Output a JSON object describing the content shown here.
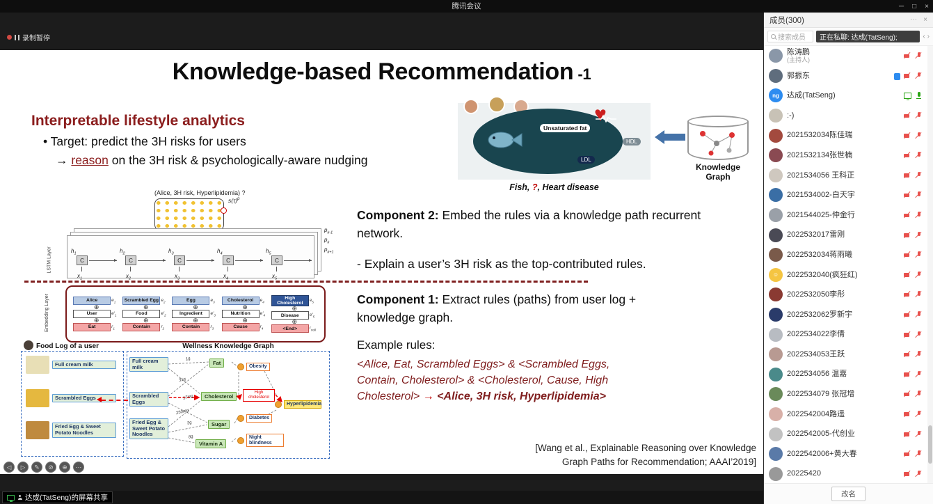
{
  "titlebar": {
    "title": "腾讯会议",
    "minimize": "─",
    "maximize": "□",
    "close": "×"
  },
  "recording": {
    "label": "录制暂停"
  },
  "annotation_toolbar": {
    "icons": [
      "◁",
      "▷",
      "✎",
      "⊘",
      "⊕",
      "⋯"
    ]
  },
  "share_bar": {
    "label": "达成(TatSeng)的屏幕共享"
  },
  "icons": {
    "heart": "♥"
  },
  "slide": {
    "title": "Knowledge-based Recommendation",
    "title_suffix": "-1",
    "section_heading": "Interpretable lifestyle analytics",
    "target_bullet": "• Target: predict the 3H risks for users",
    "reason_pre": "→ ",
    "reason_link": "reason",
    "reason_rest": " on the 3H risk & psychologically-aware nudging",
    "figure": {
      "unsaturated_fat": "Unsaturated fat",
      "ldl": "LDL",
      "hdl": "HDL",
      "kg_label": "Knowledge Graph",
      "caption_pre": "Fish, ",
      "caption_q": "?",
      "caption_post": ", Heart disease"
    },
    "component2_label": "Component 2:",
    "component2_text": " Embed the rules via a knowledge path recurrent network.",
    "explain_line": "- Explain a user’s 3H risk as the top-contributed rules.",
    "component1_label": "Component 1:",
    "component1_text": " Extract rules (paths) from user log + knowledge graph.",
    "example_rules_label": "Example rules:",
    "rules_line1": "<Alice, Eat, Scrambled Eggs> & <Scrambled Eggs,",
    "rules_line2": "Contain, Cholesterol> & <Cholesterol, Cause, High",
    "rules_line3_pre": "Cholesterol> ",
    "rules_arrow": "→",
    "rules_line3_post": " <Alice, 3H risk, Hyperlipidemia>",
    "citation_line1": "[Wang et al., Explainable Reasoning over Knowledge",
    "citation_line2": "Graph Paths for Recommendation; AAAI’2019]",
    "diagram": {
      "query": "(Alice, 3H risk, Hyperlipidemia) ?",
      "attn_label_base": "s(τ)",
      "attn_label_sup": "p",
      "sheets": [
        {
          "b": "p",
          "s": "k-1"
        },
        {
          "b": "p",
          "s": "k"
        },
        {
          "b": "p",
          "s": "k+1"
        }
      ],
      "lstm_layer_label": "LSTM Layer",
      "embedding_layer_label": "Embedding Layer",
      "cell_label": "C",
      "plus": "⊕",
      "lstm_units": [
        {
          "hb": "h",
          "hs": "1",
          "xb": "x",
          "xs": "1"
        },
        {
          "hb": "h",
          "hs": "2",
          "xb": "x",
          "xs": "2"
        },
        {
          "hb": "h",
          "hs": "3",
          "xb": "x",
          "xs": "3"
        },
        {
          "hb": "h",
          "hs": "4",
          "xb": "x",
          "xs": "4"
        },
        {
          "hb": "h",
          "hs": "5",
          "xb": "x",
          "xs": "5"
        }
      ],
      "columns": [
        {
          "e": "Alice",
          "esb": "e",
          "ess": "1",
          "t": "User",
          "tsb": "e′",
          "tss": "1",
          "r": "Eat",
          "rsb": "r",
          "rss": "1"
        },
        {
          "e": "Scrambled Egg",
          "esb": "e",
          "ess": "2",
          "t": "Food",
          "tsb": "e′",
          "tss": "2",
          "r": "Contain",
          "rsb": "r",
          "rss": "2"
        },
        {
          "e": "Egg",
          "esb": "e",
          "ess": "3",
          "t": "Ingredient",
          "tsb": "e′",
          "tss": "3",
          "r": "Contain",
          "rsb": "r",
          "rss": "3"
        },
        {
          "e": "Cholesterol",
          "esb": "e",
          "ess": "4",
          "t": "Nutrition",
          "tsb": "e′",
          "tss": "4",
          "r": "Cause",
          "rsb": "r",
          "rss": "4"
        },
        {
          "e": "High Cholesterol",
          "esb": "e",
          "ess": "5",
          "t": "Disease",
          "tsb": "e′",
          "tss": "5",
          "r": "<End>",
          "rsb": "r",
          "rss": "null",
          "cls": "hl"
        }
      ]
    },
    "food_log": {
      "title": "Food Log of a user",
      "items": [
        {
          "label": "Full cream milk",
          "img": "#e8dfb6"
        },
        {
          "label": "Scrambled Eggs",
          "img": "#e5b83f"
        },
        {
          "label": "Fried Egg & Sweet Potato Noodles",
          "img": "#bf8a3e"
        }
      ]
    },
    "wellness_kg": {
      "title": "Wellness Knowledge Graph",
      "foods": [
        "Full cream milk",
        "Scrambled Eggs",
        "Fried Egg & Sweet Potato Noodles"
      ],
      "nutrients": [
        "Fat",
        "Cholesterol",
        "Sugar",
        "Vitamin A"
      ],
      "diseases": [
        {
          "label": "Obesity"
        },
        {
          "label": "Hyperlipidemia",
          "cls": "hl"
        },
        {
          "label": "Diabetes"
        },
        {
          "label": "Night blindness"
        }
      ],
      "path_label": "High cholesterol",
      "edge_labels": [
        "1g",
        "31g",
        "17mg",
        "250mg",
        "3g",
        "8g"
      ]
    }
  },
  "sidebar": {
    "header": {
      "title": "成员(300)",
      "more": "⋯",
      "close": "×"
    },
    "search": {
      "placeholder": "搜索成员",
      "chat_target": "正在私聊: 达成(TatSeng);",
      "prev": "‹",
      "next": "›"
    },
    "rename_button": "改名",
    "members": [
      {
        "name": "陈涛鹏",
        "sub": "(主持人)",
        "avatar": "#8a97a8",
        "icons": [
          "cam-off",
          "mic-off"
        ]
      },
      {
        "name": "郭振东",
        "avatar": "#5f6d7d",
        "icons": [
          "hand-blue",
          "cam-off",
          "mic-off"
        ]
      },
      {
        "name": "达成(TatSeng)",
        "avatar": "#2d8cf0",
        "avatar_text": "ng",
        "icons": [
          "screen-green",
          "mic-green"
        ]
      },
      {
        "name": ":-)",
        "avatar": "#c8c2b6",
        "icons": [
          "cam-off",
          "mic-off"
        ]
      },
      {
        "name": "2021532034陈佳瑞",
        "avatar": "#a34a3e",
        "icons": [
          "cam-off",
          "mic-off"
        ]
      },
      {
        "name": "2021532134张世楠",
        "avatar": "#8a4a52",
        "icons": [
          "cam-off",
          "mic-off"
        ]
      },
      {
        "name": "2021534056 王科正",
        "avatar": "#cfc8bf",
        "icons": [
          "cam-off",
          "mic-off"
        ]
      },
      {
        "name": "2021534002-白天宇",
        "avatar": "#3a6ea5",
        "icons": [
          "cam-off",
          "mic-off"
        ]
      },
      {
        "name": "2021544025-仲金行",
        "avatar": "#9aa0a8",
        "icons": [
          "cam-off",
          "mic-off"
        ]
      },
      {
        "name": "2022532017雷刚",
        "avatar": "#4a4a55",
        "icons": [
          "cam-off",
          "mic-off"
        ]
      },
      {
        "name": "2022532034蒋雨曦",
        "avatar": "#7a5a4a",
        "icons": [
          "cam-off",
          "mic-off"
        ]
      },
      {
        "name": "2022532040(疯狂红)",
        "avatar": "#f5c542",
        "avatar_text": "☺",
        "icons": [
          "cam-off",
          "mic-off"
        ]
      },
      {
        "name": "2022532050李彤",
        "avatar": "#8a3a32",
        "icons": [
          "cam-off",
          "mic-off"
        ]
      },
      {
        "name": "2022532062罗新宇",
        "avatar": "#2a3b6a",
        "icons": [
          "cam-off",
          "mic-off"
        ]
      },
      {
        "name": "2022534022李倩",
        "avatar": "#b8bcc2",
        "icons": [
          "cam-off",
          "mic-off"
        ]
      },
      {
        "name": "2022534053王跃",
        "avatar": "#b89a92",
        "icons": [
          "cam-off",
          "mic-off"
        ]
      },
      {
        "name": "2022534056 温嘉",
        "avatar": "#4a8a8a",
        "icons": [
          "cam-off",
          "mic-off"
        ]
      },
      {
        "name": "2022534079 张冠增",
        "avatar": "#6a8a5a",
        "icons": [
          "cam-off",
          "mic-off"
        ]
      },
      {
        "name": "2022542004路遥",
        "avatar": "#d8b0a8",
        "icons": [
          "cam-off",
          "mic-off"
        ]
      },
      {
        "name": "2022542005-代创业",
        "avatar": "#c2c2c2",
        "icons": [
          "cam-off",
          "mic-off"
        ]
      },
      {
        "name": "2022542006+黄大春",
        "avatar": "#5a7aa8",
        "icons": [
          "cam-off",
          "mic-off"
        ]
      },
      {
        "name": "20225420",
        "avatar": "#999999",
        "icons": [
          "cam-off",
          "mic-off"
        ]
      }
    ]
  }
}
